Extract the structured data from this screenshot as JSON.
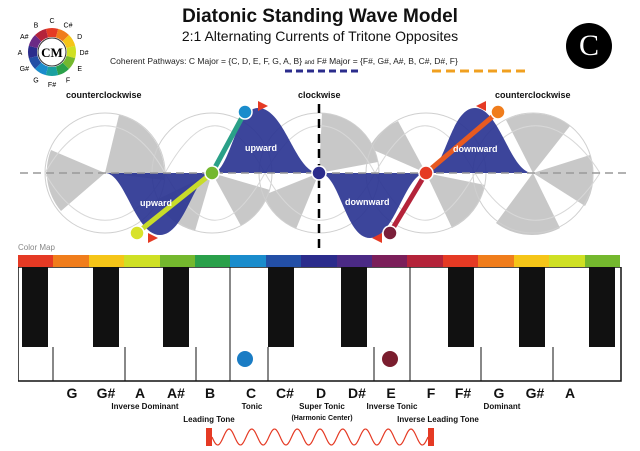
{
  "title": "Diatonic Standing Wave Model",
  "subtitle": "2:1 Alternating Currents of Tritone Opposites",
  "pathways": {
    "prefix": "Coherent Pathways: C Major = ",
    "c_major": "{C, D, E, F, G, A, B}",
    "and": "and",
    "f_sharp_prefix": " F# Major = ",
    "f_sharp_major": "{F#, G#, A#, B, C#, D#, F}"
  },
  "color_wheel": {
    "center": "CM",
    "notes": [
      "C",
      "C#",
      "D",
      "D#",
      "E",
      "F",
      "F#",
      "G",
      "G#",
      "A",
      "A#",
      "B"
    ]
  },
  "logo_letter": "C",
  "wave_labels": {
    "left": "counterclockwise",
    "center": "clockwise",
    "right": "counterclockwise",
    "upward_1": "upward",
    "upward_2": "upward",
    "downward_1": "downward",
    "downward_2": "downward"
  },
  "color_map_label": "Color Map",
  "color_map": [
    "#e53a24",
    "#f07d1c",
    "#f5c518",
    "#cfe024",
    "#74b82e",
    "#2aa04a",
    "#1a8ccc",
    "#234fa6",
    "#2b2c8c",
    "#4b2a85",
    "#7b1f5a",
    "#b4233a",
    "#e53a24",
    "#f07d1c",
    "#f5c518",
    "#cfe024",
    "#74b82e"
  ],
  "keyboard": {
    "note_names": [
      "G",
      "G#",
      "A",
      "A#",
      "B",
      "C",
      "C#",
      "D",
      "D#",
      "E",
      "F",
      "F#",
      "G",
      "G#",
      "A"
    ]
  },
  "functions": {
    "inverse_dominant": "Inverse Dominant",
    "leading_tone": "Leading Tone",
    "tonic": "Tonic",
    "super_tonic": "Super Tonic",
    "harmonic_center": "(Harmonic Center)",
    "inverse_tonic": "Inverse Tonic",
    "inverse_leading_tone": "Inverse Leading Tone",
    "dominant": "Dominant"
  },
  "colors": {
    "wave_blue": "#2b3593",
    "c_major_dash": "#2b2c8c",
    "f_sharp_dash": "#f0a020",
    "tonic_dot": "#1a7cc4",
    "inverse_tonic_dot": "#7a1d2e",
    "oscillation": "#e53a24"
  }
}
